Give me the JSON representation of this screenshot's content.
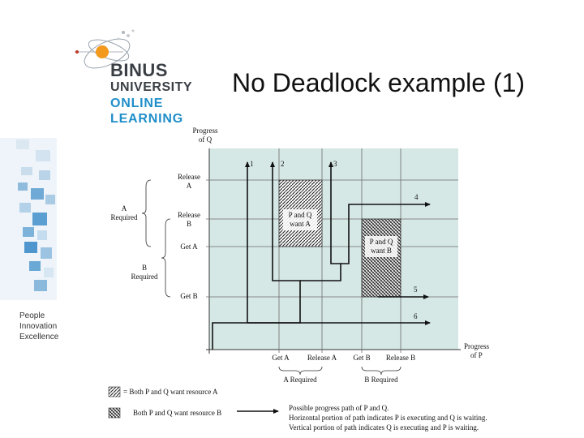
{
  "slide": {
    "title": "No Deadlock example (1)"
  },
  "logo": {
    "line1": "BINUS",
    "line2": "UNIVERSITY",
    "line3": "ONLINE",
    "line4": "LEARNING"
  },
  "tagline": [
    "People",
    "Innovation",
    "Excellence"
  ],
  "diagram": {
    "y_axis_label": [
      "Progress",
      "of Q"
    ],
    "x_axis_label": [
      "Progress",
      "of P"
    ],
    "y_ticks": {
      "release_a": [
        "Release",
        "A"
      ],
      "release_b": [
        "Release",
        "B"
      ],
      "get_a": "Get A",
      "get_b": "Get B"
    },
    "x_ticks": {
      "get_a": "Get A",
      "release_a": "Release A",
      "get_b": "Get B",
      "release_b": "Release B"
    },
    "brace_labels": {
      "a_required": [
        "A",
        "Required"
      ],
      "b_required": [
        "B",
        "Required"
      ],
      "x_a_required": "A Required",
      "x_b_required": "B Required"
    },
    "region_labels": {
      "region_a": [
        "P and Q",
        "want A"
      ],
      "region_b": [
        "P and Q",
        "want B"
      ]
    },
    "path_labels": [
      "1",
      "2",
      "3",
      "4",
      "5",
      "6"
    ],
    "legend": {
      "hatch_a": "= Both P and Q want resource A",
      "hatch_b": "Both P and Q want resource B",
      "path": [
        "Possible progress path of P and Q.",
        "Horizontal portion of path indicates P is executing and Q is waiting.",
        "Vertical portion of path indicates Q is executing and P is waiting."
      ]
    },
    "colors": {
      "plot_background": "#d5e8e6",
      "logo_orange": "#f39a1e",
      "logo_blue": "#1f8ec9"
    }
  }
}
